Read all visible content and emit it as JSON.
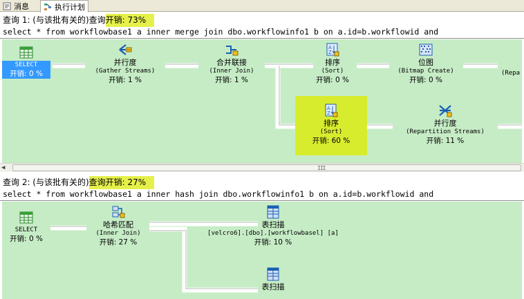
{
  "tabs": [
    {
      "label": "消息",
      "icon": "message-icon"
    },
    {
      "label": "执行计划",
      "icon": "execution-plan-icon"
    }
  ],
  "queries": [
    {
      "header": "查询  1: (与该批有关的)查询",
      "cost_label": "开销: 73%",
      "sql": "select * from workflowbase1 a inner merge join dbo.workflowinfo1 b on a.id=b.workflowid and",
      "nodes": [
        {
          "key": "select",
          "name": "SELECT",
          "sub": "",
          "cost": "开销: 0 %",
          "icon": "result-grid-icon",
          "selected": true
        },
        {
          "key": "gather",
          "name": "并行度",
          "sub": "(Gather Streams)",
          "cost": "开销: 1 %",
          "icon": "parallelism-icon"
        },
        {
          "key": "merge",
          "name": "合并联接",
          "sub": "(Inner Join)",
          "cost": "开销: 1 %",
          "icon": "merge-join-icon"
        },
        {
          "key": "sort1",
          "name": "排序",
          "sub": "(Sort)",
          "cost": "开销: 0 %",
          "icon": "sort-icon"
        },
        {
          "key": "bitmap",
          "name": "位图",
          "sub": "(Bitmap Create)",
          "cost": "开销: 0 %",
          "icon": "bitmap-icon"
        },
        {
          "key": "repa_cut",
          "name": "",
          "sub": "(Repa",
          "cost": "",
          "icon": ""
        },
        {
          "key": "sort2",
          "name": "排序",
          "sub": "(Sort)",
          "cost": "开销: 60 %",
          "icon": "sort-icon",
          "highlight": true
        },
        {
          "key": "repart",
          "name": "并行度",
          "sub": "(Repartition Streams)",
          "cost": "开销: 11 %",
          "icon": "parallelism-icon"
        }
      ]
    },
    {
      "header": "查询  2: (与该批有关的)",
      "cost_label": "查询开销: 27%",
      "sql": "select * from workflowbase1 a inner hash join dbo.workflowinfo1 b on a.id=b.workflowid and",
      "nodes": [
        {
          "key": "select",
          "name": "SELECT",
          "sub": "",
          "cost": "开销: 0 %",
          "icon": "result-grid-icon"
        },
        {
          "key": "hash",
          "name": "哈希匹配",
          "sub": "(Inner Join)",
          "cost": "开销: 27 %",
          "icon": "hash-match-icon"
        },
        {
          "key": "scan1",
          "name": "表扫描",
          "sub": "[velcro6].[dbo].[workflowbasel] [a]",
          "cost": "开销: 10 %",
          "icon": "table-scan-icon"
        },
        {
          "key": "scan2",
          "name": "表扫描",
          "sub": "",
          "cost": "",
          "icon": "table-scan-icon"
        }
      ]
    }
  ],
  "scrollbar": {
    "grip": "III"
  },
  "colors": {
    "plan_bg": "#c6ecc6",
    "highlight": "#d8ec2e",
    "selected": "#3399ff"
  }
}
